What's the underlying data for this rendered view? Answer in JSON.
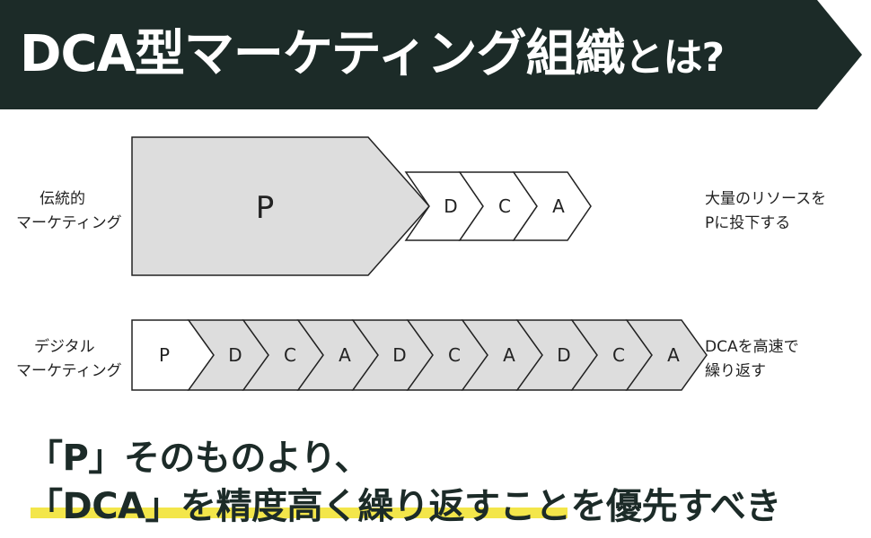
{
  "header": {
    "title_main": "DCA型マーケティング組織",
    "title_suffix": "とは?",
    "bg_color": "#1c2b28"
  },
  "traditional": {
    "label_line1": "伝統的",
    "label_line2": "マーケティング",
    "steps": [
      "P",
      "D",
      "C",
      "A"
    ],
    "desc_line1": "大量のリソースを",
    "desc_line2": "Pに投下する"
  },
  "digital": {
    "label_line1": "デジタル",
    "label_line2": "マーケティング",
    "steps": [
      "P",
      "D",
      "C",
      "A",
      "D",
      "C",
      "A",
      "D",
      "C",
      "A"
    ],
    "desc_line1": "DCAを高速で",
    "desc_line2": "繰り返す"
  },
  "conclusion": {
    "line1": "「P」そのものより、",
    "line2": "「DCA」を精度高く繰り返すことを優先すべき",
    "highlight_color": "#f3e64a"
  },
  "colors": {
    "shaded": "#dddddd",
    "outline": "#222222"
  }
}
